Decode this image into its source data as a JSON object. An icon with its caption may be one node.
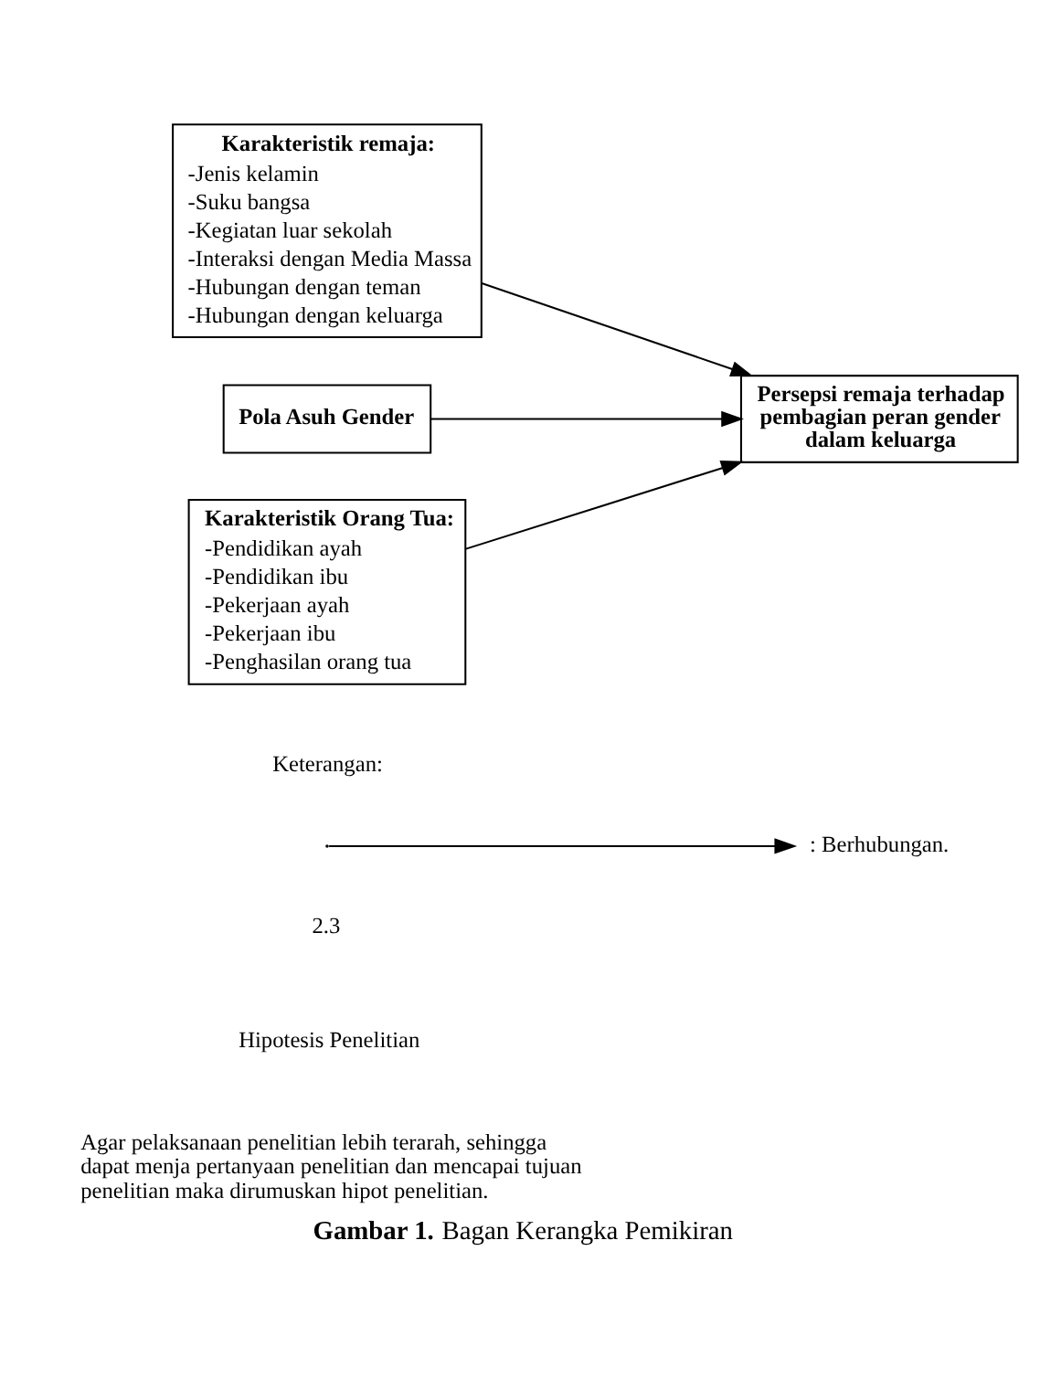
{
  "diagram": {
    "caption": "**Gambar 1.** Bagan Kerangka Pemikiran",
    "nodes": [
      {
        "text": [
          "Karakteristik remaja:",
          "-Jenis kelamin",
          "-Suku bangsa",
          "-Kegiatan luar sekolah",
          "-Interaksi dengan Media Massa",
          "-Hubungan dengan teman",
          "-Hubungan dengan keluarga"
        ]
      },
      {
        "text": [
          "Pola Asuh Gender"
        ]
      },
      {
        "text": [
          "Karakteristik Orang Tua:",
          "-Pendidikan ayah",
          "-Pendidikan ibu",
          "-Pekerjaan ayah",
          "-Pekerjaan ibu",
          "-Penghasilan orang tua"
        ]
      },
      {
        "text": [
          "Persepsi remaja terhadap pembagian peran gender dalam keluarga"
        ]
      }
    ],
    "edges": [
      {
        "from": 0,
        "to": 3,
        "arrow": "to"
      },
      {
        "from": 1,
        "to": 3,
        "arrow": "to"
      },
      {
        "from": 2,
        "to": 3,
        "arrow": "to"
      }
    ],
    "labels": [
      "Keterangan:",
      "2.3",
      "Hipotesis Penelitian",
      "Agar pelaksanaan penelitian lebih terarah, sehingga dapat menja pertanyaan penelitian dan mencapai tujuan penelitian maka dirumuskan hipot penelitian."
    ],
    "legend": [
      {
        "text": ": Berhubungan."
      }
    ]
  }
}
